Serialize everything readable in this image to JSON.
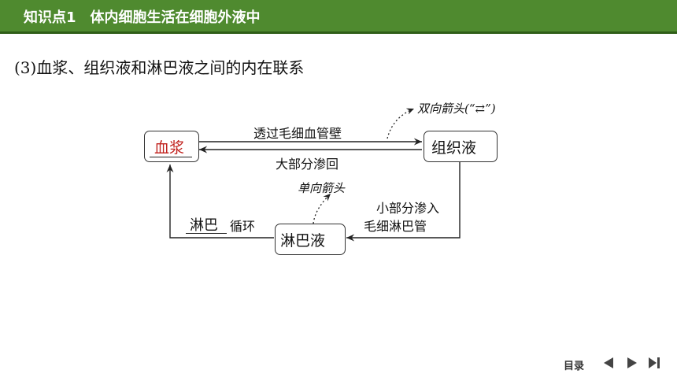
{
  "header": {
    "title": "知识点1　体内细胞生活在细胞外液中"
  },
  "section_title": "(3)血浆、组织液和淋巴液之间的内在联系",
  "diagram": {
    "plasma": "血浆",
    "tissue_fluid": "组织液",
    "lymph": "淋巴液",
    "top_arrow_label": "透过毛细血管壁",
    "bottom_arrow_label": "大部分渗回",
    "right_label_line1": "小部分渗入",
    "right_label_line2": "毛细淋巴管",
    "left_label_red": "淋巴",
    "left_label_rest": "循环",
    "note_bidirectional": "双向箭头(“⇄”)",
    "note_unidirectional": "单向箭头"
  },
  "nav": {
    "contents_label": "目录",
    "prev_icon": "◀",
    "next_icon": "▶",
    "last_icon": "▶|"
  },
  "colors": {
    "header_bg": "#4f8a2f",
    "accent_red": "#c0201c"
  }
}
